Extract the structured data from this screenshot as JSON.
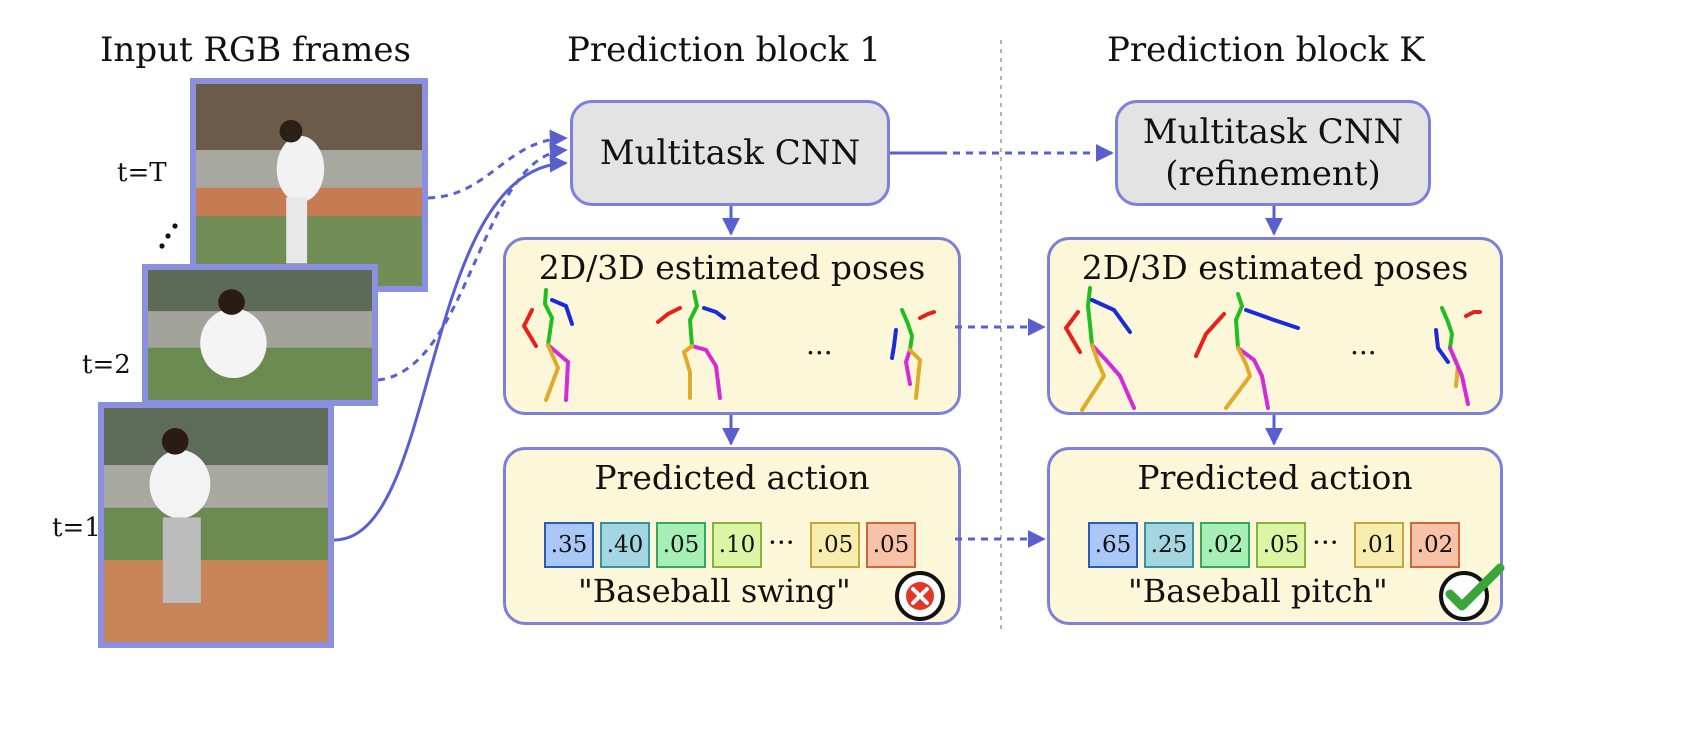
{
  "headings": {
    "input": "Input RGB frames",
    "block1": "Prediction block 1",
    "blockK": "Prediction block K"
  },
  "frame_labels": {
    "t_T": "t=T",
    "t_2": "t=2",
    "t_1": "t=1"
  },
  "block1": {
    "cnn_label": "Multitask CNN",
    "poses_title": "2D/3D estimated poses",
    "poses_ellipsis": "...",
    "action_title": "Predicted action",
    "probs": [
      ".35",
      ".40",
      ".05",
      ".10",
      ".05",
      ".05"
    ],
    "probs_ellipsis": "···",
    "result_label": "\"Baseball swing\"",
    "result_status": "incorrect"
  },
  "blockK": {
    "cnn_label_line1": "Multitask CNN",
    "cnn_label_line2": "(refinement)",
    "poses_title": "2D/3D estimated poses",
    "poses_ellipsis": "...",
    "action_title": "Predicted action",
    "probs": [
      ".65",
      ".25",
      ".02",
      ".05",
      ".01",
      ".02"
    ],
    "probs_ellipsis": "···",
    "result_label": "\"Baseball pitch\"",
    "result_status": "correct"
  },
  "colors": {
    "arrow": "#5a5fd0",
    "box_border": "#7c80d8",
    "cnn_fill": "#e3e3e3",
    "panel_fill": "#fdf7d9",
    "prob_fills": [
      "#a9c8f5",
      "#a3d6e0",
      "#a6f0b8",
      "#dcf5a4",
      "#f7edae",
      "#f7c2a8"
    ],
    "prob_borders": [
      "#2e59b8",
      "#3b8f9e",
      "#3aa65a",
      "#8ab23a",
      "#c6a63a",
      "#d0643a"
    ],
    "skeleton": {
      "red": "#e8201a",
      "green": "#1fbf1f",
      "blue": "#1a2ad8",
      "magenta": "#d62ad6",
      "orange": "#e0aa2a"
    }
  }
}
